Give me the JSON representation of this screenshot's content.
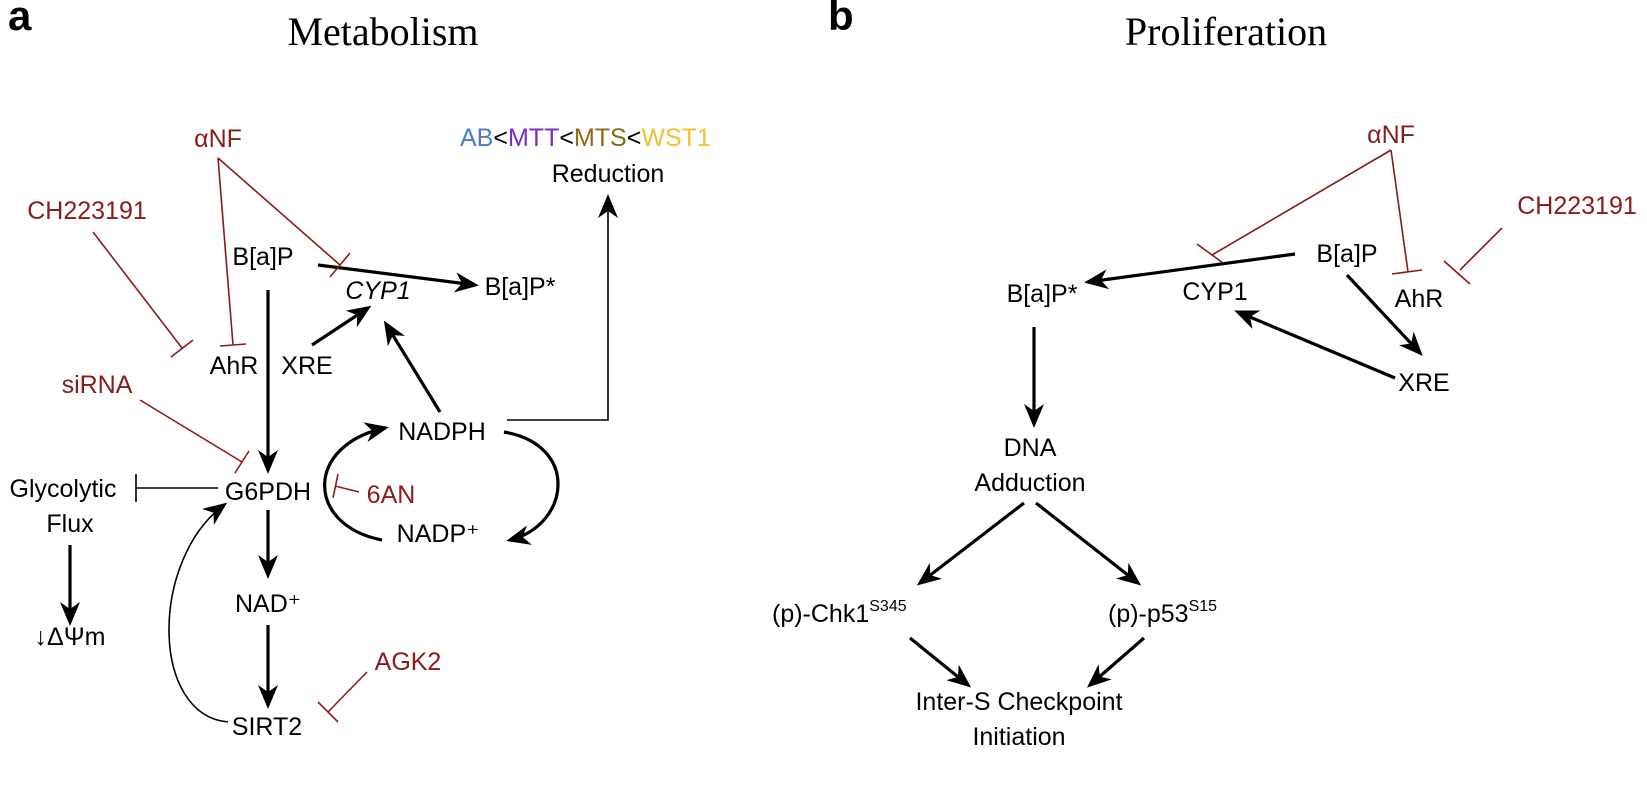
{
  "panel_a": {
    "letter": "a",
    "title": "Metabolism",
    "assays": [
      {
        "text": "AB",
        "color": "#4a7cc9"
      },
      {
        "text": "<",
        "color": "#000000"
      },
      {
        "text": "MTT",
        "color": "#7b2fbf"
      },
      {
        "text": "<",
        "color": "#000000"
      },
      {
        "text": "MTS",
        "color": "#8a6a14"
      },
      {
        "text": "<",
        "color": "#000000"
      },
      {
        "text": "WST1",
        "color": "#f2c12e"
      }
    ],
    "reduction": "Reduction",
    "anf": "αNF",
    "ch": "CH223191",
    "bap": "B[a]P",
    "cyp1": "CYP1",
    "bap_star": "B[a]P*",
    "ahr": "AhR",
    "xre": "XRE",
    "sirna": "siRNA",
    "nadph": "NADPH",
    "glyco_line1": "Glycolytic",
    "glyco_line2": "Flux",
    "g6pdh": "G6PDH",
    "an6": "6AN",
    "nadp": "NADP⁺",
    "dpsi": "↓ΔΨm",
    "nad": "NAD⁺",
    "agk2": "AGK2",
    "sirt2": "SIRT2"
  },
  "panel_b": {
    "letter": "b",
    "title": "Proliferation",
    "anf": "αNF",
    "ch": "CH223191",
    "bap": "B[a]P",
    "bap_star": "B[a]P*",
    "cyp1": "CYP1",
    "ahr": "AhR",
    "xre": "XRE",
    "dna_line1": "DNA",
    "dna_line2": "Adduction",
    "chk1": "(p)-Chk1",
    "chk1_sup": "S345",
    "p53": "(p)-p53",
    "p53_sup": "S15",
    "checkpoint_line1": "Inter-S Checkpoint",
    "checkpoint_line2": "Initiation"
  },
  "colors": {
    "inhibitor_red": "#8b1a1a",
    "arrow_black": "#000000"
  }
}
